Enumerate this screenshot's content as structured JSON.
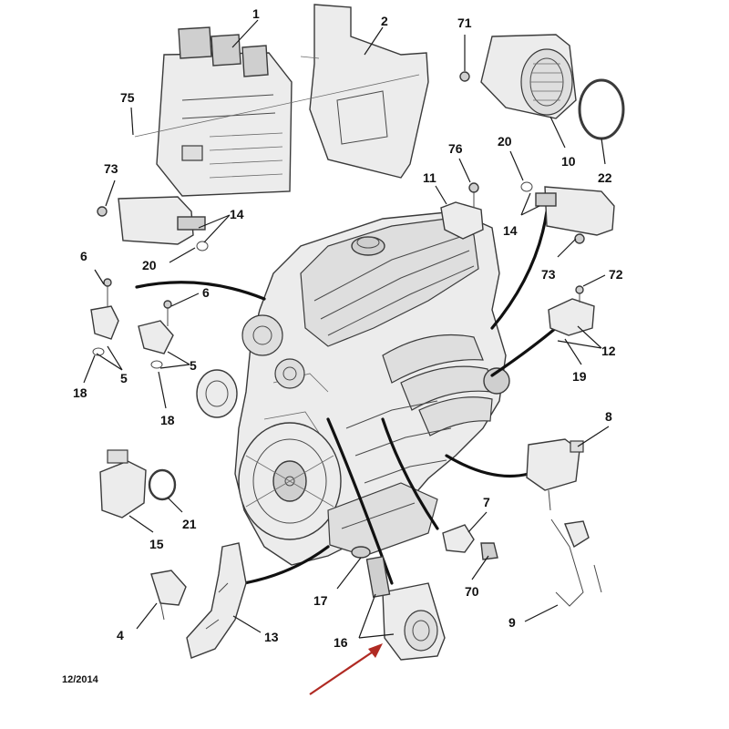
{
  "callouts": {
    "c1": "1",
    "c2": "2",
    "c71": "71",
    "c75": "75",
    "c10": "10",
    "c22": "22",
    "c73a": "73",
    "c14a": "14",
    "c20a": "20",
    "c76": "76",
    "c11": "11",
    "c20b": "20",
    "c14b": "14",
    "c73b": "73",
    "c6a": "6",
    "c6b": "6",
    "c72": "72",
    "c12": "12",
    "c19": "19",
    "c5a": "5",
    "c5b": "5",
    "c18a": "18",
    "c18b": "18",
    "c8": "8",
    "c7": "7",
    "c70": "70",
    "c9": "9",
    "c21": "21",
    "c15": "15",
    "c17": "17",
    "c16": "16",
    "c4": "4",
    "c13": "13"
  },
  "date_code": "12/2014",
  "colors": {
    "highlight_arrow": "#b02a23",
    "ink": "#111111",
    "part_fill": "#ececec"
  }
}
